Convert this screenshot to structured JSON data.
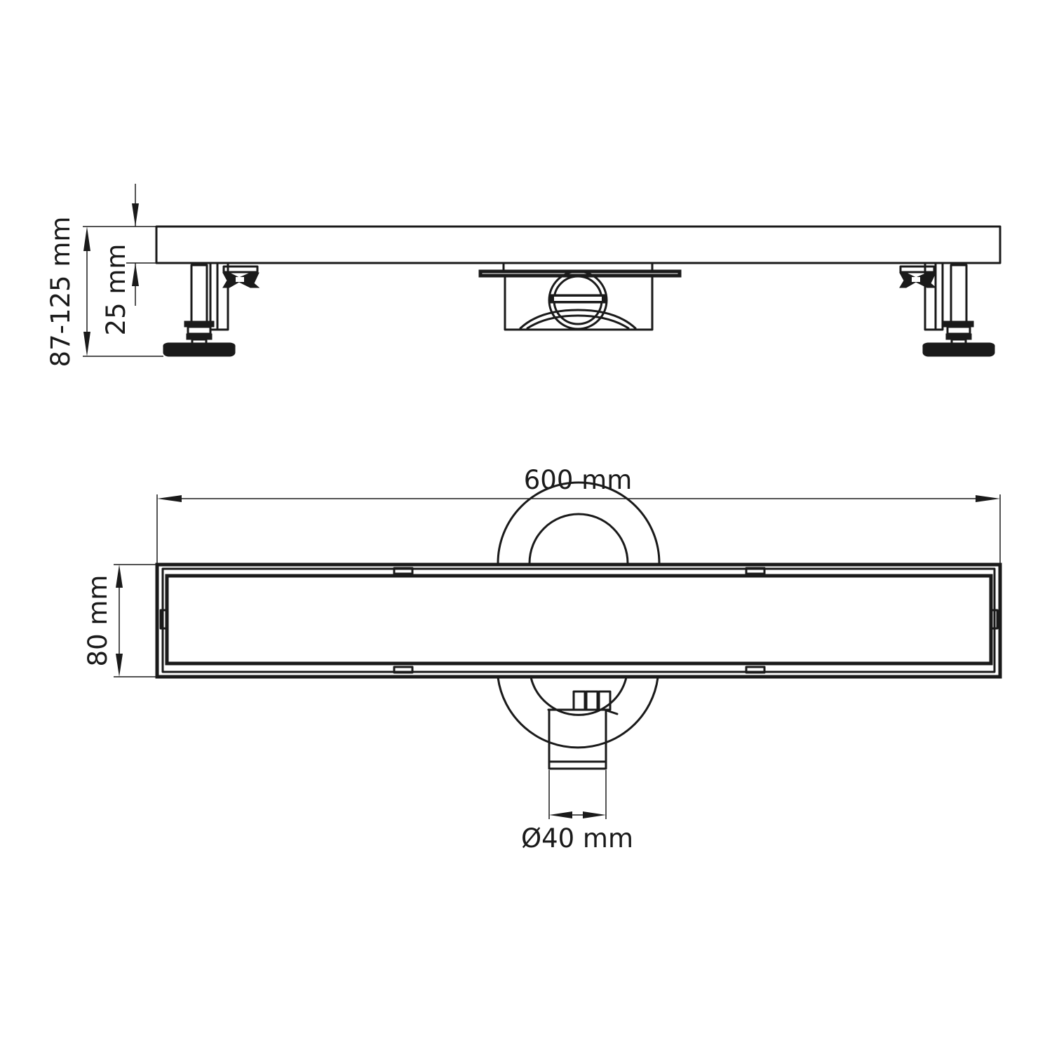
{
  "dimensions": {
    "total_height": "87-125 mm",
    "channel_height": "25 mm",
    "length": "600 mm",
    "width": "80 mm",
    "outlet_diameter": "Ø40 mm"
  }
}
